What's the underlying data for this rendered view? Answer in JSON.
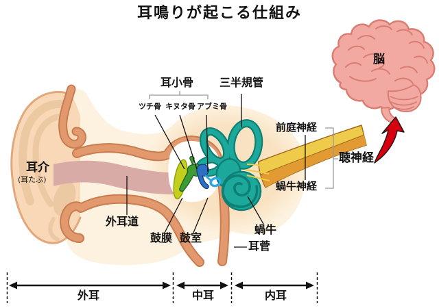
{
  "title": "耳鳴りが起こる仕組み",
  "labels": {
    "pinna": "耳介",
    "pinna_sub": "(耳たぶ)",
    "ear_canal": "外耳道",
    "eardrum": "鼓膜",
    "tympanic_cavity": "鼓室",
    "ossicles": "耳小骨",
    "malleus": "ツチ骨",
    "incus": "キヌタ骨",
    "stapes": "アブミ骨",
    "semicircular_canals": "三半規管",
    "vestibular_nerve": "前庭神経",
    "cochlear_nerve": "蝸牛神経",
    "auditory_nerve": "聴神経",
    "cochlea": "蝸牛",
    "eustachian_tube": "耳菅",
    "brain": "脳",
    "scale_outer_ear": "外耳",
    "scale_middle_ear": "中耳",
    "scale_inner_ear": "内耳"
  },
  "colors": {
    "background": "#ffffff",
    "skin_cream": "#fdf2df",
    "inner_ear_halo": "#f9e2c2",
    "pinna_fill": "#f8d8b6",
    "pinna_outline": "#e2a87c",
    "pinna_ridge": "#ecc9a2",
    "canal_wall": "#e2996e",
    "canal_wall_outline": "#c97c50",
    "canal_lumen": "#d8aba6",
    "eardrum_yellow": "#c4cf1d",
    "malleus_green": "#3f9b33",
    "incus_blue": "#2d6fc2",
    "stapes_lightblue": "#2fa8e0",
    "inner_ear_teal": "#1ca89b",
    "inner_ear_teal_dark": "#0e7f74",
    "nerve_yellow": "#eecb4a",
    "nerve_orange": "#e29a33",
    "nerve_outline": "#a06a1a",
    "brain_pink": "#f2a9a2",
    "brain_line": "#d97c72",
    "arrow_red": "#d6000f",
    "text": "#111111",
    "bracket_gray": "#999999"
  }
}
